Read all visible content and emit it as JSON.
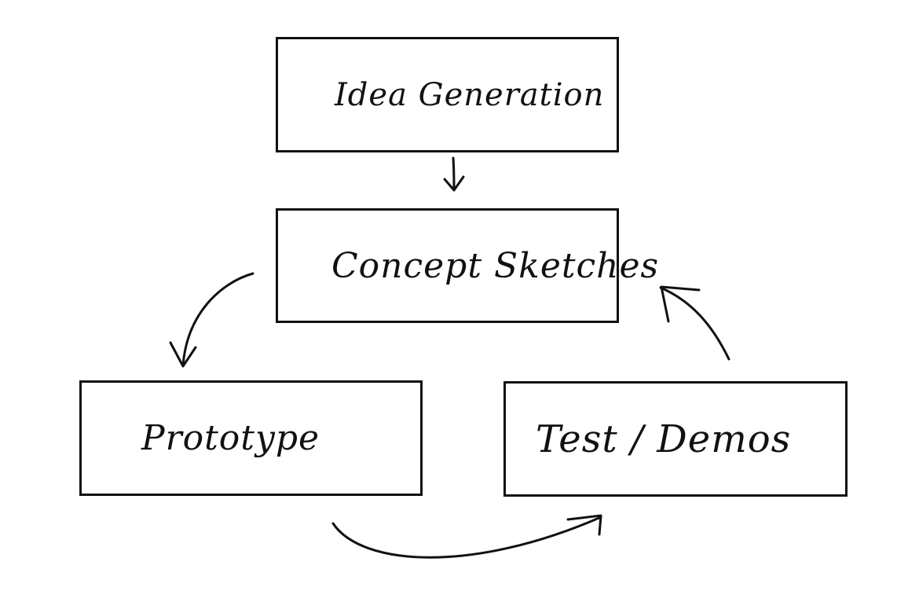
{
  "nodes": {
    "idea": {
      "label": "Idea Generation"
    },
    "concept": {
      "label": "Concept Sketches"
    },
    "prototype": {
      "label": "Prototype"
    },
    "test": {
      "label": "Test / Demos"
    }
  },
  "edges": [
    {
      "from": "Idea Generation",
      "to": "Concept Sketches"
    },
    {
      "from": "Concept Sketches",
      "to": "Prototype"
    },
    {
      "from": "Prototype",
      "to": "Test / Demos"
    },
    {
      "from": "Test / Demos",
      "to": "Concept Sketches"
    }
  ],
  "colors": {
    "ink": "#111111",
    "background": "#ffffff"
  }
}
